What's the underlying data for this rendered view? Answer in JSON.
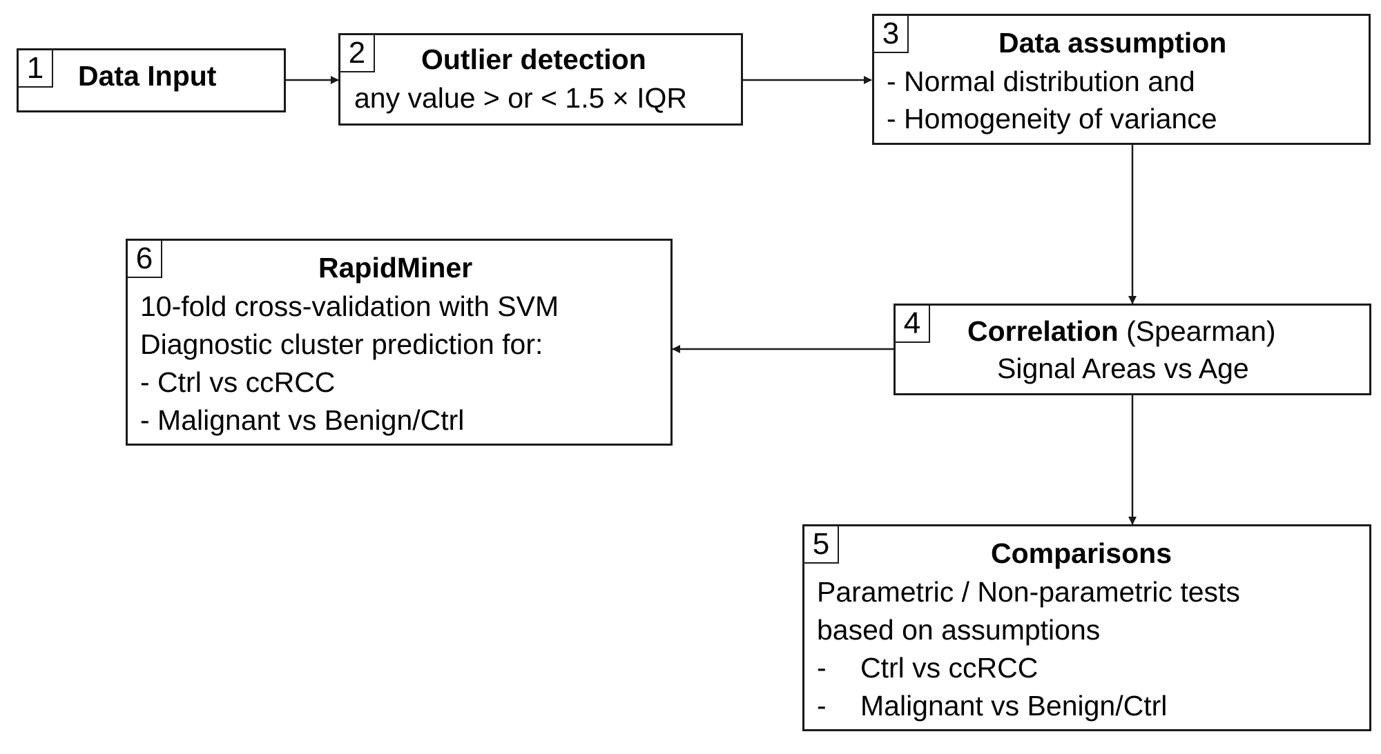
{
  "steps": [
    {
      "number": "1",
      "title": "Data Input",
      "lines": []
    },
    {
      "number": "2",
      "title": "Outlier detection",
      "lines": [
        "any value > or < 1.5 × IQR"
      ]
    },
    {
      "number": "3",
      "title": "Data assumption",
      "lines": [
        "- Normal distribution and",
        "- Homogeneity of variance"
      ]
    },
    {
      "number": "4",
      "title": "Correlation",
      "title_suffix": "(Spearman)",
      "lines": [
        "Signal Areas vs Age"
      ]
    },
    {
      "number": "5",
      "title": "Comparisons",
      "lines": [
        "Parametric / Non-parametric tests",
        "based on assumptions"
      ],
      "list": [
        "Ctrl vs ccRCC",
        "Malignant vs Benign/Ctrl"
      ],
      "list_marker": "-"
    },
    {
      "number": "6",
      "title": "RapidMiner",
      "lines": [
        "10-fold cross-validation with SVM",
        "Diagnostic cluster prediction for:",
        "- Ctrl vs ccRCC",
        "- Malignant vs Benign/Ctrl"
      ]
    }
  ],
  "colors": {
    "border": "#1a1a1a",
    "arrow": "#1a1a1a",
    "background": "#ffffff"
  }
}
